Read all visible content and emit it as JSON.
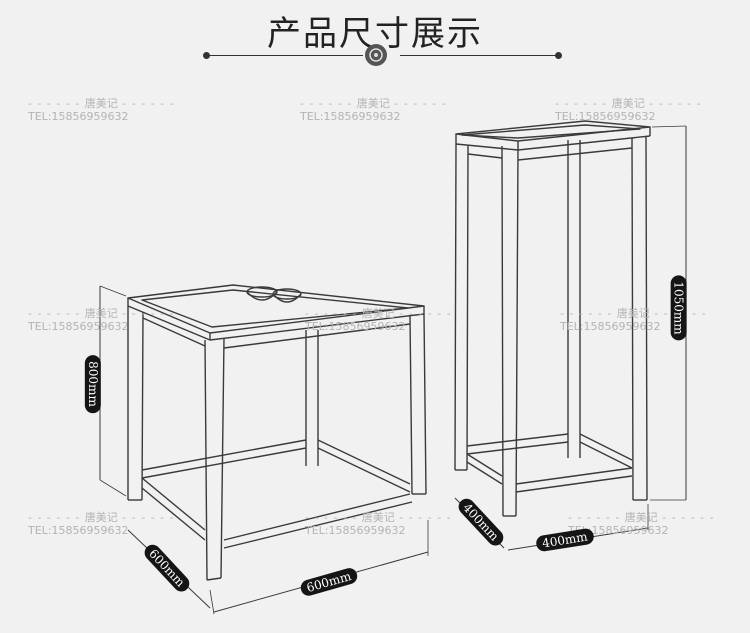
{
  "header": {
    "title": "产品尺寸展示"
  },
  "watermark": {
    "brand": "唐美记",
    "phone": "TEL:15856959632"
  },
  "dimensions": {
    "table_height": "800mm",
    "table_depth": "600mm",
    "table_width": "600mm",
    "stand_height": "1050mm",
    "stand_depth": "400mm",
    "stand_width": "400mm"
  },
  "colors": {
    "line": "#3a3a3a",
    "label_bg": "#151515",
    "watermark": "#b4b4b4"
  }
}
